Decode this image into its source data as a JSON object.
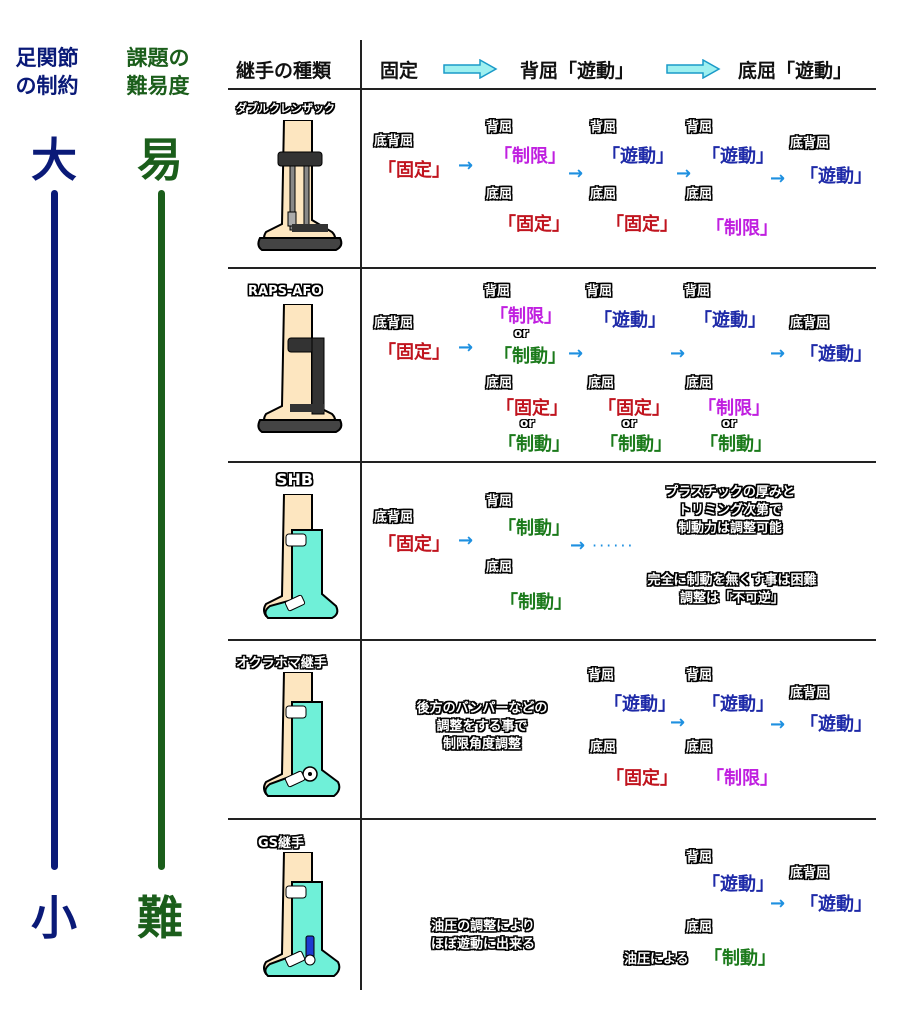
{
  "left": {
    "col1_header": [
      "足関節",
      "の制約"
    ],
    "col2_header": [
      "課題の",
      "難易度"
    ],
    "col1_top": "大",
    "col1_bottom": "小",
    "col2_top": "易",
    "col2_bottom": "難",
    "col1_color": "#0a1a78",
    "col2_color": "#1b5e1b"
  },
  "header": {
    "type_label": "継手の種類",
    "fixed": "固定",
    "dorsi_free": "背屈「遊動」",
    "plantar_free": "底屈「遊動」"
  },
  "labels": {
    "dorsi": "背屈",
    "plantar": "底屈",
    "both": "底背屈",
    "or": "or"
  },
  "states": {
    "fixed": "「固定」",
    "limit": "「制限」",
    "free": "「遊動」",
    "brake": "「制動」"
  },
  "rows": [
    {
      "name": "ダブルクレンザック"
    },
    {
      "name": "RAPS-AFO"
    },
    {
      "name": "SHB",
      "note1": [
        "プラスチックの厚みと",
        "トリミング次第で",
        "制動力は調整可能"
      ],
      "note2": [
        "完全に制動を無くす事は困難",
        "調整は「不可逆」"
      ]
    },
    {
      "name": "オクラホマ継手",
      "note": [
        "後方のバンパーなどの",
        "調整をする事で",
        "制限角度調整"
      ]
    },
    {
      "name": "GS継手",
      "note": [
        "油圧の調整により",
        "ほぼ遊動に出来る"
      ],
      "oil_prefix": "油圧による"
    }
  ],
  "colors": {
    "fixed": "#c0141e",
    "limit": "#c020e0",
    "free": "#1e2aa8",
    "brake": "#1b7a1b",
    "arrow": "#1e90e0",
    "orthosis_cyan": "#6ff0d8",
    "leg_skin": "#fde6c0"
  }
}
